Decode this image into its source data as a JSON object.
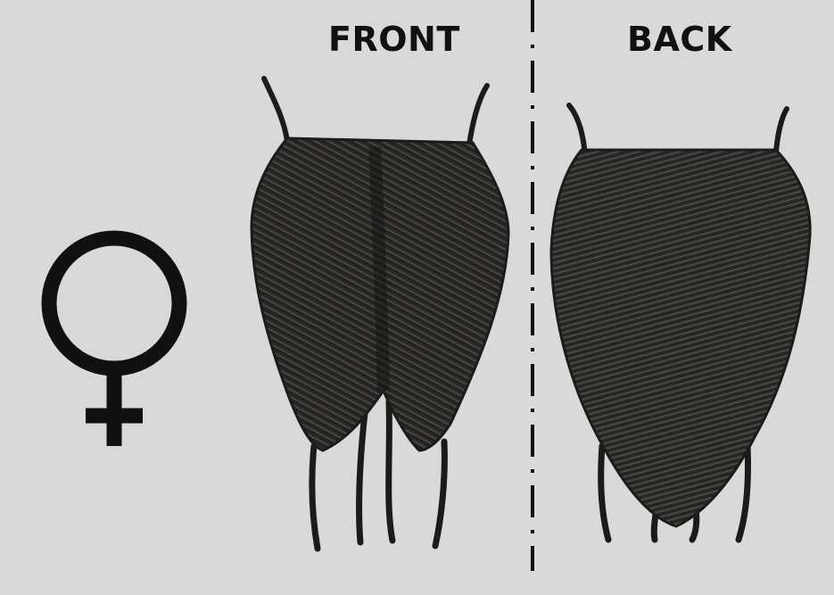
{
  "labels": {
    "front": "FRONT",
    "back": "BACK"
  },
  "symbol": {
    "name": "female-symbol-icon",
    "unicode": "♀"
  },
  "colors": {
    "background": "#d9d9d9",
    "ink": "#111111",
    "garment": "#2b2a28"
  },
  "garments": [
    {
      "view": "front",
      "description": "front-view"
    },
    {
      "view": "back",
      "description": "back-view"
    }
  ]
}
